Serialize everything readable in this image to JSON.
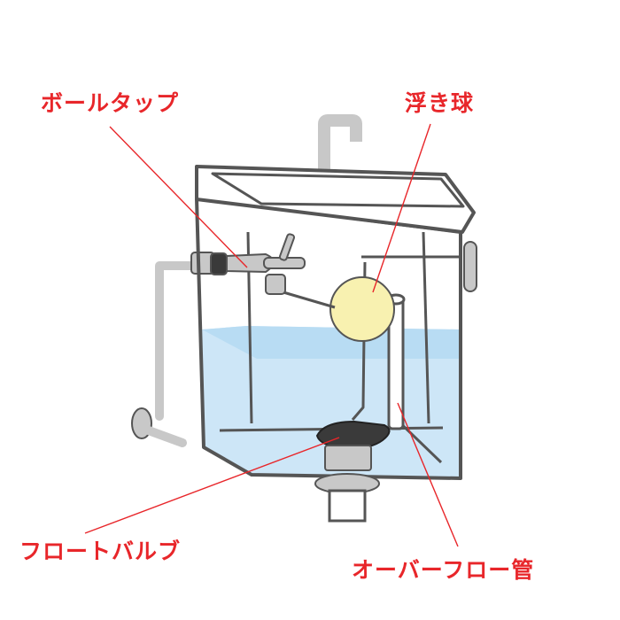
{
  "labels": {
    "ball_tap": "ボールタップ",
    "float_ball": "浮き球",
    "flapper_valve": "フロートバルブ",
    "overflow_pipe": "オーバーフロー管"
  },
  "colors": {
    "label_text": "#e8262a",
    "leader_line": "#e8262a",
    "outline": "#555555",
    "water": "#cde6f7",
    "water_surface": "#b8dcf3",
    "float_ball": "#f8f1b0",
    "metal": "#c8c8c8",
    "flapper": "#3a3a3a"
  },
  "icons": [
    "toilet-tank-illustration"
  ]
}
